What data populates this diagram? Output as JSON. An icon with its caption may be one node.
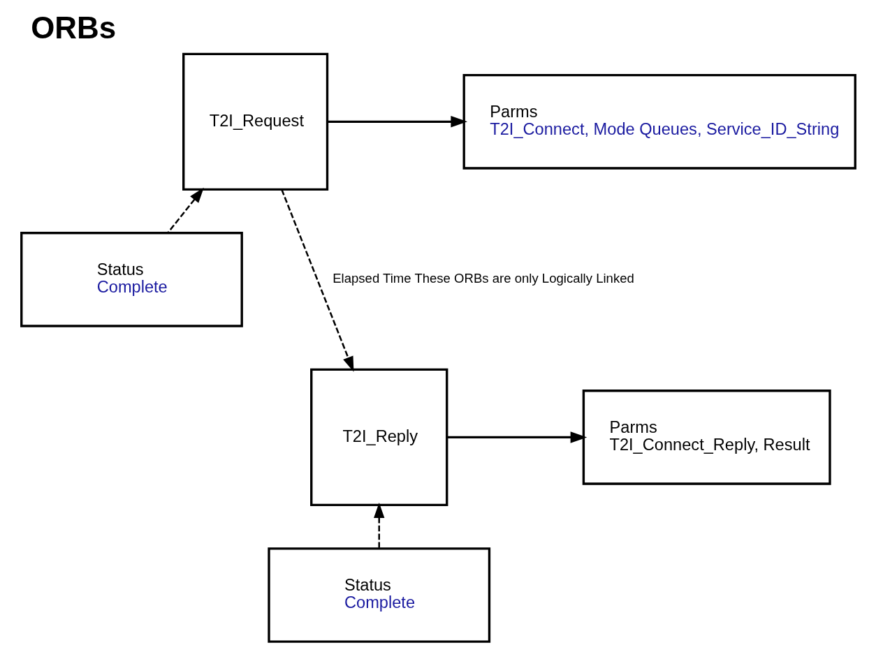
{
  "diagram": {
    "title": "ORBs",
    "nodes": [
      {
        "text": [
          "T2I_Request"
        ]
      },
      {
        "text": [
          "Parms",
          "T2I_Connect, Mode Queues, Service_ID_String"
        ]
      },
      {
        "text": [
          "Status",
          "Complete"
        ]
      },
      {
        "text": [
          "T2I_Reply"
        ]
      },
      {
        "text": [
          "Parms",
          "T2I_Connect_Reply, Result"
        ]
      },
      {
        "text": [
          "Status",
          "Complete"
        ]
      }
    ],
    "edges": [
      {
        "from": 0,
        "to": 1,
        "arrow": "to"
      },
      {
        "from": 2,
        "to": 0,
        "arrow": "to",
        "style": "dashed"
      },
      {
        "from": 0,
        "to": 3,
        "arrow": "to",
        "style": "dashed",
        "label": "Elapsed Time These ORBs are only Logically Linked"
      },
      {
        "from": 3,
        "to": 4,
        "arrow": "to"
      },
      {
        "from": 5,
        "to": 3,
        "arrow": "to",
        "style": "dashed"
      }
    ]
  }
}
